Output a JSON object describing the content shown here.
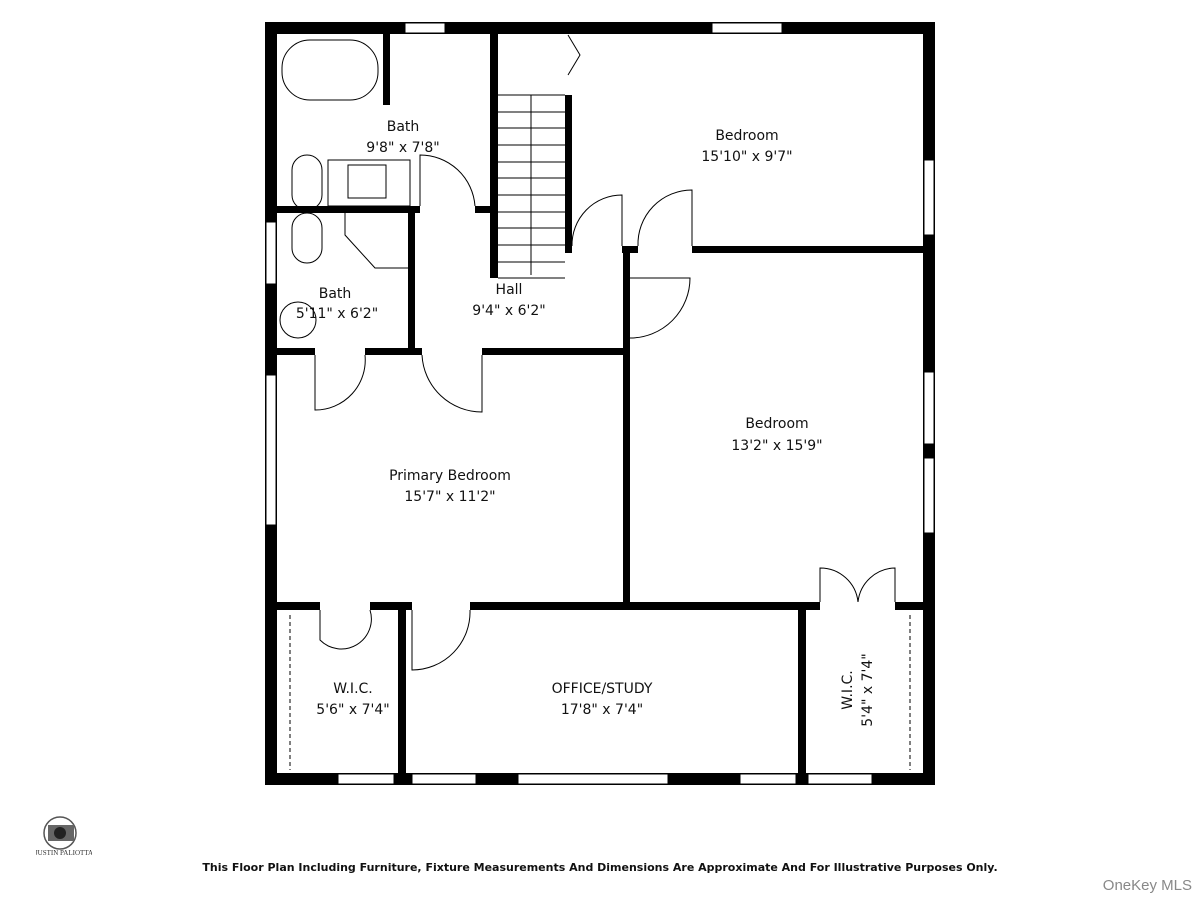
{
  "rooms": [
    {
      "name": "Bath",
      "size": "9'8\" x 7'8\""
    },
    {
      "name": "Bedroom",
      "size": "15'10\" x 9'7\""
    },
    {
      "name": "Bath",
      "size": "5'11\" x 6'2\""
    },
    {
      "name": "Hall",
      "size": "9'4\" x 6'2\""
    },
    {
      "name": "Bedroom",
      "size": "13'2\" x 15'9\""
    },
    {
      "name": "Primary Bedroom",
      "size": "15'7\" x 11'2\""
    },
    {
      "name": "W.I.C.",
      "size": "5'6\" x 7'4\""
    },
    {
      "name": "OFFICE/STUDY",
      "size": "17'8\" x 7'4\""
    },
    {
      "name": "W.I.C.",
      "size": "5'4\" x 7'4\""
    }
  ],
  "disclaimer": "This Floor Plan Including Furniture, Fixture Measurements And Dimensions Are Approximate And For Illustrative Purposes Only.",
  "logo_text": "Justin Paliotta",
  "watermark": "OneKey MLS",
  "colors": {
    "wall": "#000000",
    "background": "#ffffff"
  }
}
